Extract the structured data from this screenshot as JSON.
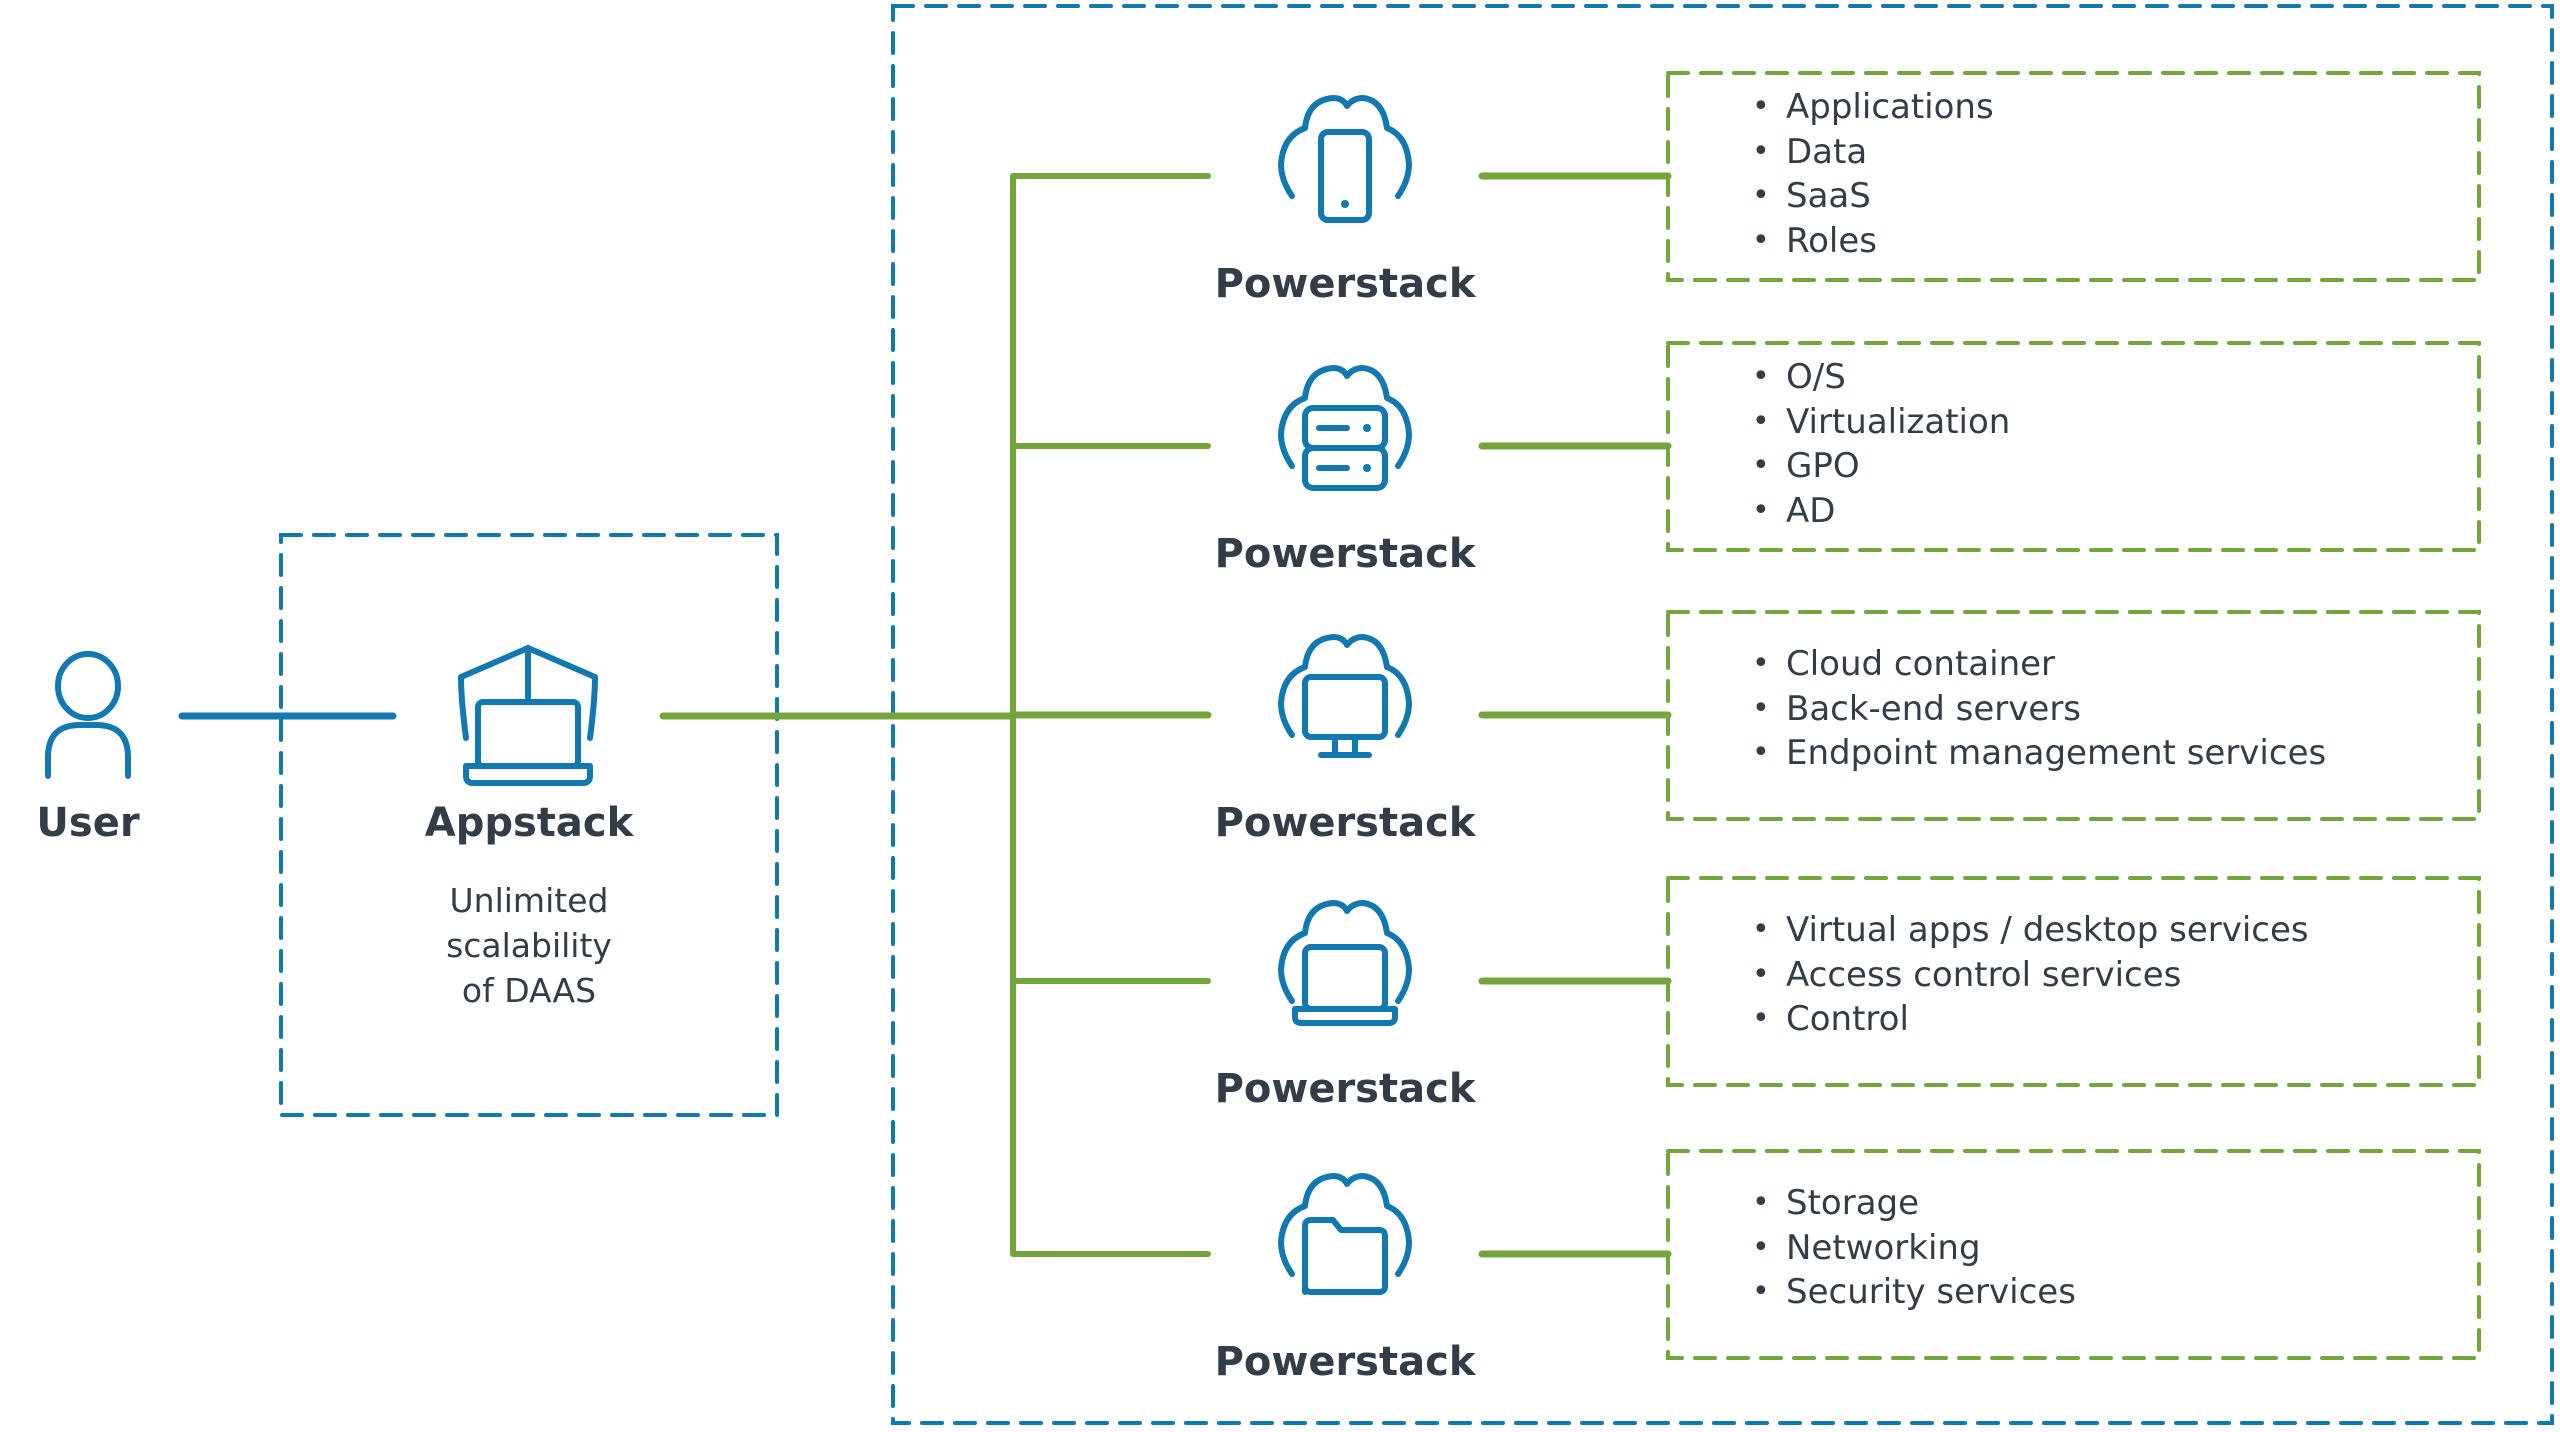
{
  "colors": {
    "blue": "#1278b0",
    "green": "#74a53c",
    "text": "#333d47"
  },
  "user": {
    "label": "User",
    "icon": "user-icon"
  },
  "appstack": {
    "label": "Appstack",
    "description_lines": [
      "Unlimited",
      "scalability",
      "of DAAS"
    ],
    "icon": "appstack-laptop-shield-icon"
  },
  "powerstacks": [
    {
      "label": "Powerstack",
      "icon": "cloud-mobile-icon",
      "items": [
        "Applications",
        "Data",
        "SaaS",
        "Roles"
      ]
    },
    {
      "label": "Powerstack",
      "icon": "cloud-server-icon",
      "items": [
        "O/S",
        "Virtualization",
        "GPO",
        "AD"
      ]
    },
    {
      "label": "Powerstack",
      "icon": "cloud-monitor-icon",
      "items": [
        "Cloud container",
        "Back-end servers",
        "Endpoint management services"
      ]
    },
    {
      "label": "Powerstack",
      "icon": "cloud-laptop-icon",
      "items": [
        "Virtual apps / desktop services",
        "Access control services",
        "Control"
      ]
    },
    {
      "label": "Powerstack",
      "icon": "cloud-folder-icon",
      "items": [
        "Storage",
        "Networking",
        "Security services"
      ]
    }
  ]
}
